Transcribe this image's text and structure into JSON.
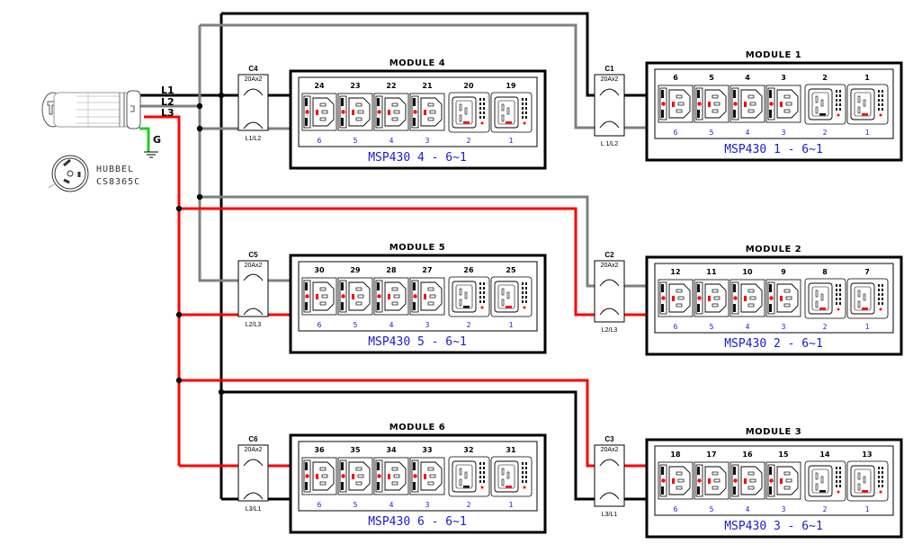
{
  "colors": {
    "L1": "#000000",
    "L2": "#808080",
    "L3": "#ff0000",
    "ground": "#22cc22",
    "label_blue": "#1a1ad6",
    "indicator_red": "#ff0000"
  },
  "source": {
    "lines": [
      "L1",
      "L2",
      "L3"
    ],
    "ground_label": "G",
    "plug_brand": "HUBBEL",
    "plug_model": "CS8365C"
  },
  "breakers": [
    {
      "id": "C4",
      "rating": "20Ax2",
      "phase": "L1/L2",
      "module": "MODULE 4",
      "top": "L1",
      "bottom": "L2"
    },
    {
      "id": "C5",
      "rating": "20Ax2",
      "phase": "L2/L3",
      "module": "MODULE 5",
      "top": "L2",
      "bottom": "L3"
    },
    {
      "id": "C6",
      "rating": "20Ax2",
      "phase": "L3/L1",
      "module": "MODULE 6",
      "top": "L3",
      "bottom": "L1"
    },
    {
      "id": "C1",
      "rating": "20Ax2",
      "phase": "L 1/L2",
      "module": "MODULE 1",
      "top": "L1",
      "bottom": "L2"
    },
    {
      "id": "C2",
      "rating": "20Ax2",
      "phase": "L2/L3",
      "module": "MODULE 2",
      "top": "L2",
      "bottom": "L3"
    },
    {
      "id": "C3",
      "rating": "20Ax2",
      "phase": "L3/L1",
      "module": "MODULE 3",
      "top": "L3",
      "bottom": "L1"
    }
  ],
  "modules": [
    {
      "title": "MODULE 4",
      "model": "MSP430 4 - 6~1",
      "outlets": [
        "24",
        "23",
        "22",
        "21",
        "20",
        "19"
      ],
      "positions": [
        "6",
        "5",
        "4",
        "3",
        "2",
        "1"
      ]
    },
    {
      "title": "MODULE 5",
      "model": "MSP430 5 - 6~1",
      "outlets": [
        "30",
        "29",
        "28",
        "27",
        "26",
        "25"
      ],
      "positions": [
        "6",
        "5",
        "4",
        "3",
        "2",
        "1"
      ]
    },
    {
      "title": "MODULE 6",
      "model": "MSP430 6 - 6~1",
      "outlets": [
        "36",
        "35",
        "34",
        "33",
        "32",
        "31"
      ],
      "positions": [
        "6",
        "5",
        "4",
        "3",
        "2",
        "1"
      ]
    },
    {
      "title": "MODULE 1",
      "model": "MSP430 1 - 6~1",
      "outlets": [
        "6",
        "5",
        "4",
        "3",
        "2",
        "1"
      ],
      "positions": [
        "6",
        "5",
        "4",
        "3",
        "2",
        "1"
      ]
    },
    {
      "title": "MODULE 2",
      "model": "MSP430 2 - 6~1",
      "outlets": [
        "12",
        "11",
        "10",
        "9",
        "8",
        "7"
      ],
      "positions": [
        "6",
        "5",
        "4",
        "3",
        "2",
        "1"
      ]
    },
    {
      "title": "MODULE 3",
      "model": "MSP430 3 - 6~1",
      "outlets": [
        "18",
        "17",
        "16",
        "15",
        "14",
        "13"
      ],
      "positions": [
        "6",
        "5",
        "4",
        "3",
        "2",
        "1"
      ]
    }
  ],
  "outlet_types": [
    "C13",
    "C13",
    "C13",
    "C13",
    "C19",
    "C19"
  ]
}
